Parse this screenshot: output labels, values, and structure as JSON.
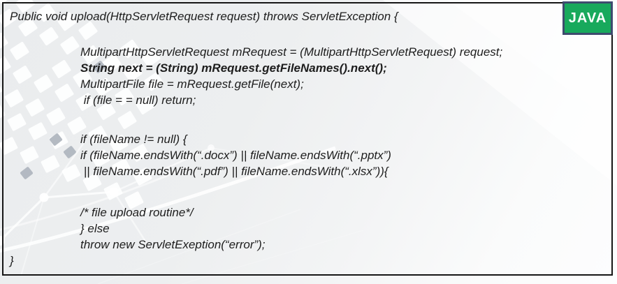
{
  "badge": {
    "label": "JAVA"
  },
  "colors": {
    "badge_bg": "#18a95c",
    "badge_border": "#3e4b6e",
    "frame_border": "#161616",
    "code_text": "#1d1d1d",
    "background_base": "#edeff0"
  },
  "code": {
    "signature": "Public void upload(HttpServletRequest request) throws ServletException {",
    "body": [
      "MultipartHttpServletRequest mRequest = (MultipartHttpServletRequest) request;",
      "String next = (String) mRequest.getFileNames().next();",
      "MultipartFile file = mRequest.getFile(next);",
      " if (file = = null) return;",
      "if (fileName != null) {",
      "if (fileName.endsWith(“.docx”) || fileName.endsWith(“.pptx”)",
      " || fileName.endsWith(“.pdf”) || fileName.endsWith(“.xlsx”)){",
      "/* file upload routine*/",
      "} else",
      "throw new ServletExeption(“error”);"
    ],
    "closing_brace": "}"
  }
}
